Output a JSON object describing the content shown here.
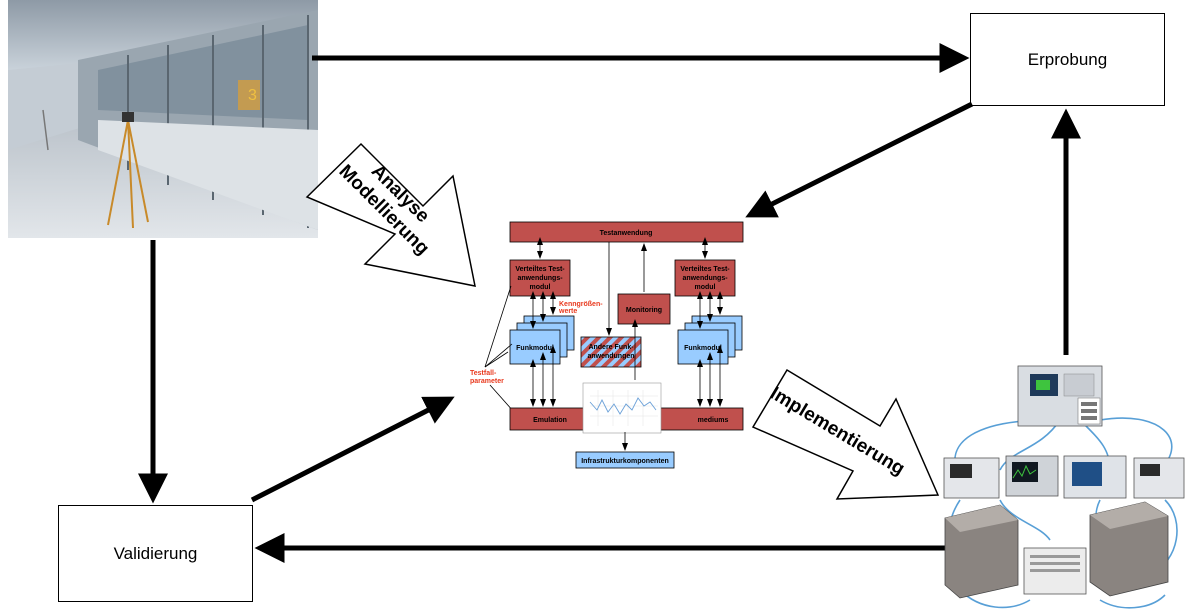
{
  "nodes": {
    "erprobung": "Erprobung",
    "validierung": "Validierung"
  },
  "process_arrows": {
    "analyse_line1": "Analyse",
    "analyse_line2": "Modellierung",
    "implementierung": "Implementierung"
  },
  "architecture": {
    "testanwendung": "Testanwendung",
    "verteiltes_line1": "Verteiltes Test-",
    "verteiltes_line2": "anwendungs-",
    "verteiltes_line3": "modul",
    "monitoring": "Monitoring",
    "kenngroessen_line1": "Kenngrößen-",
    "kenngroessen_line2": "werte",
    "funkmodul": "Funkmodul",
    "andere_line1": "Andere Funk-",
    "andere_line2": "anwendungen",
    "testfall_line1": "Testfall-",
    "testfall_line2": "parameter",
    "emulation_left": "Emulation",
    "emulation_right": "mediums",
    "infrastruktur": "Infrastrukturkomponenten"
  },
  "colors": {
    "red_block": "#c0504d",
    "blue_block": "#99ccff",
    "red_text": "#e8391e"
  }
}
